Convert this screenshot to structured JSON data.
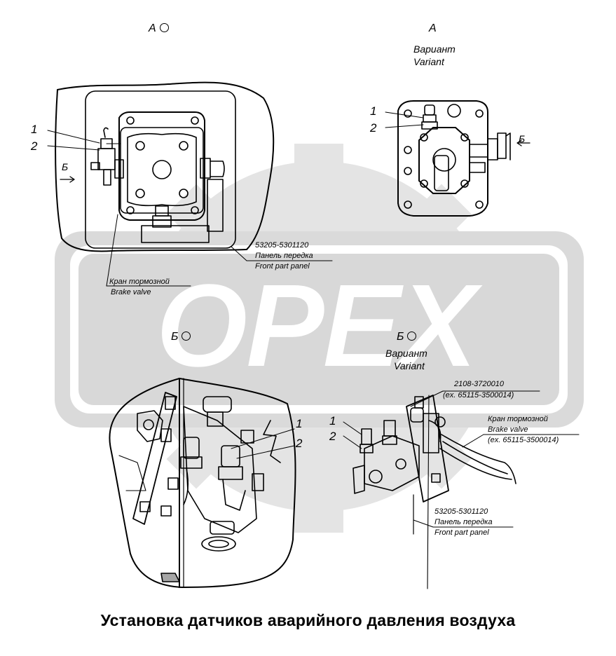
{
  "watermark": {
    "text": "OPEX",
    "color": "#d0d0d0"
  },
  "caption": "Установка датчиков аварийного давления воздуха",
  "views": {
    "top_left": {
      "view_label": "А",
      "callouts": [
        "1",
        "2"
      ],
      "direction_label": "Б",
      "panel_code": "53205-5301120",
      "panel_ru": "Панель передка",
      "panel_en": "Front part panel",
      "valve_ru": "Кран тормозной",
      "valve_en": "Brake valve"
    },
    "top_right": {
      "view_label": "А",
      "variant_ru": "Вариант",
      "variant_en": "Variant",
      "callouts": [
        "1",
        "2"
      ],
      "direction_label": "Б"
    },
    "bottom_left": {
      "view_label": "Б",
      "callouts": [
        "1",
        "2"
      ]
    },
    "bottom_right": {
      "view_label": "Б",
      "variant_ru": "Вариант",
      "variant_en": "Variant",
      "callouts": [
        "1",
        "2"
      ],
      "sensor_code": "2108-3720010",
      "sensor_ex": "(ex. 65115-3500014)",
      "valve_ru": "Кран тормозной",
      "valve_en": "Brake valve",
      "valve_ex": "(ex. 65115-3500014)",
      "panel_code": "53205-5301120",
      "panel_ru": "Панель передка",
      "panel_en": "Front part panel"
    }
  }
}
